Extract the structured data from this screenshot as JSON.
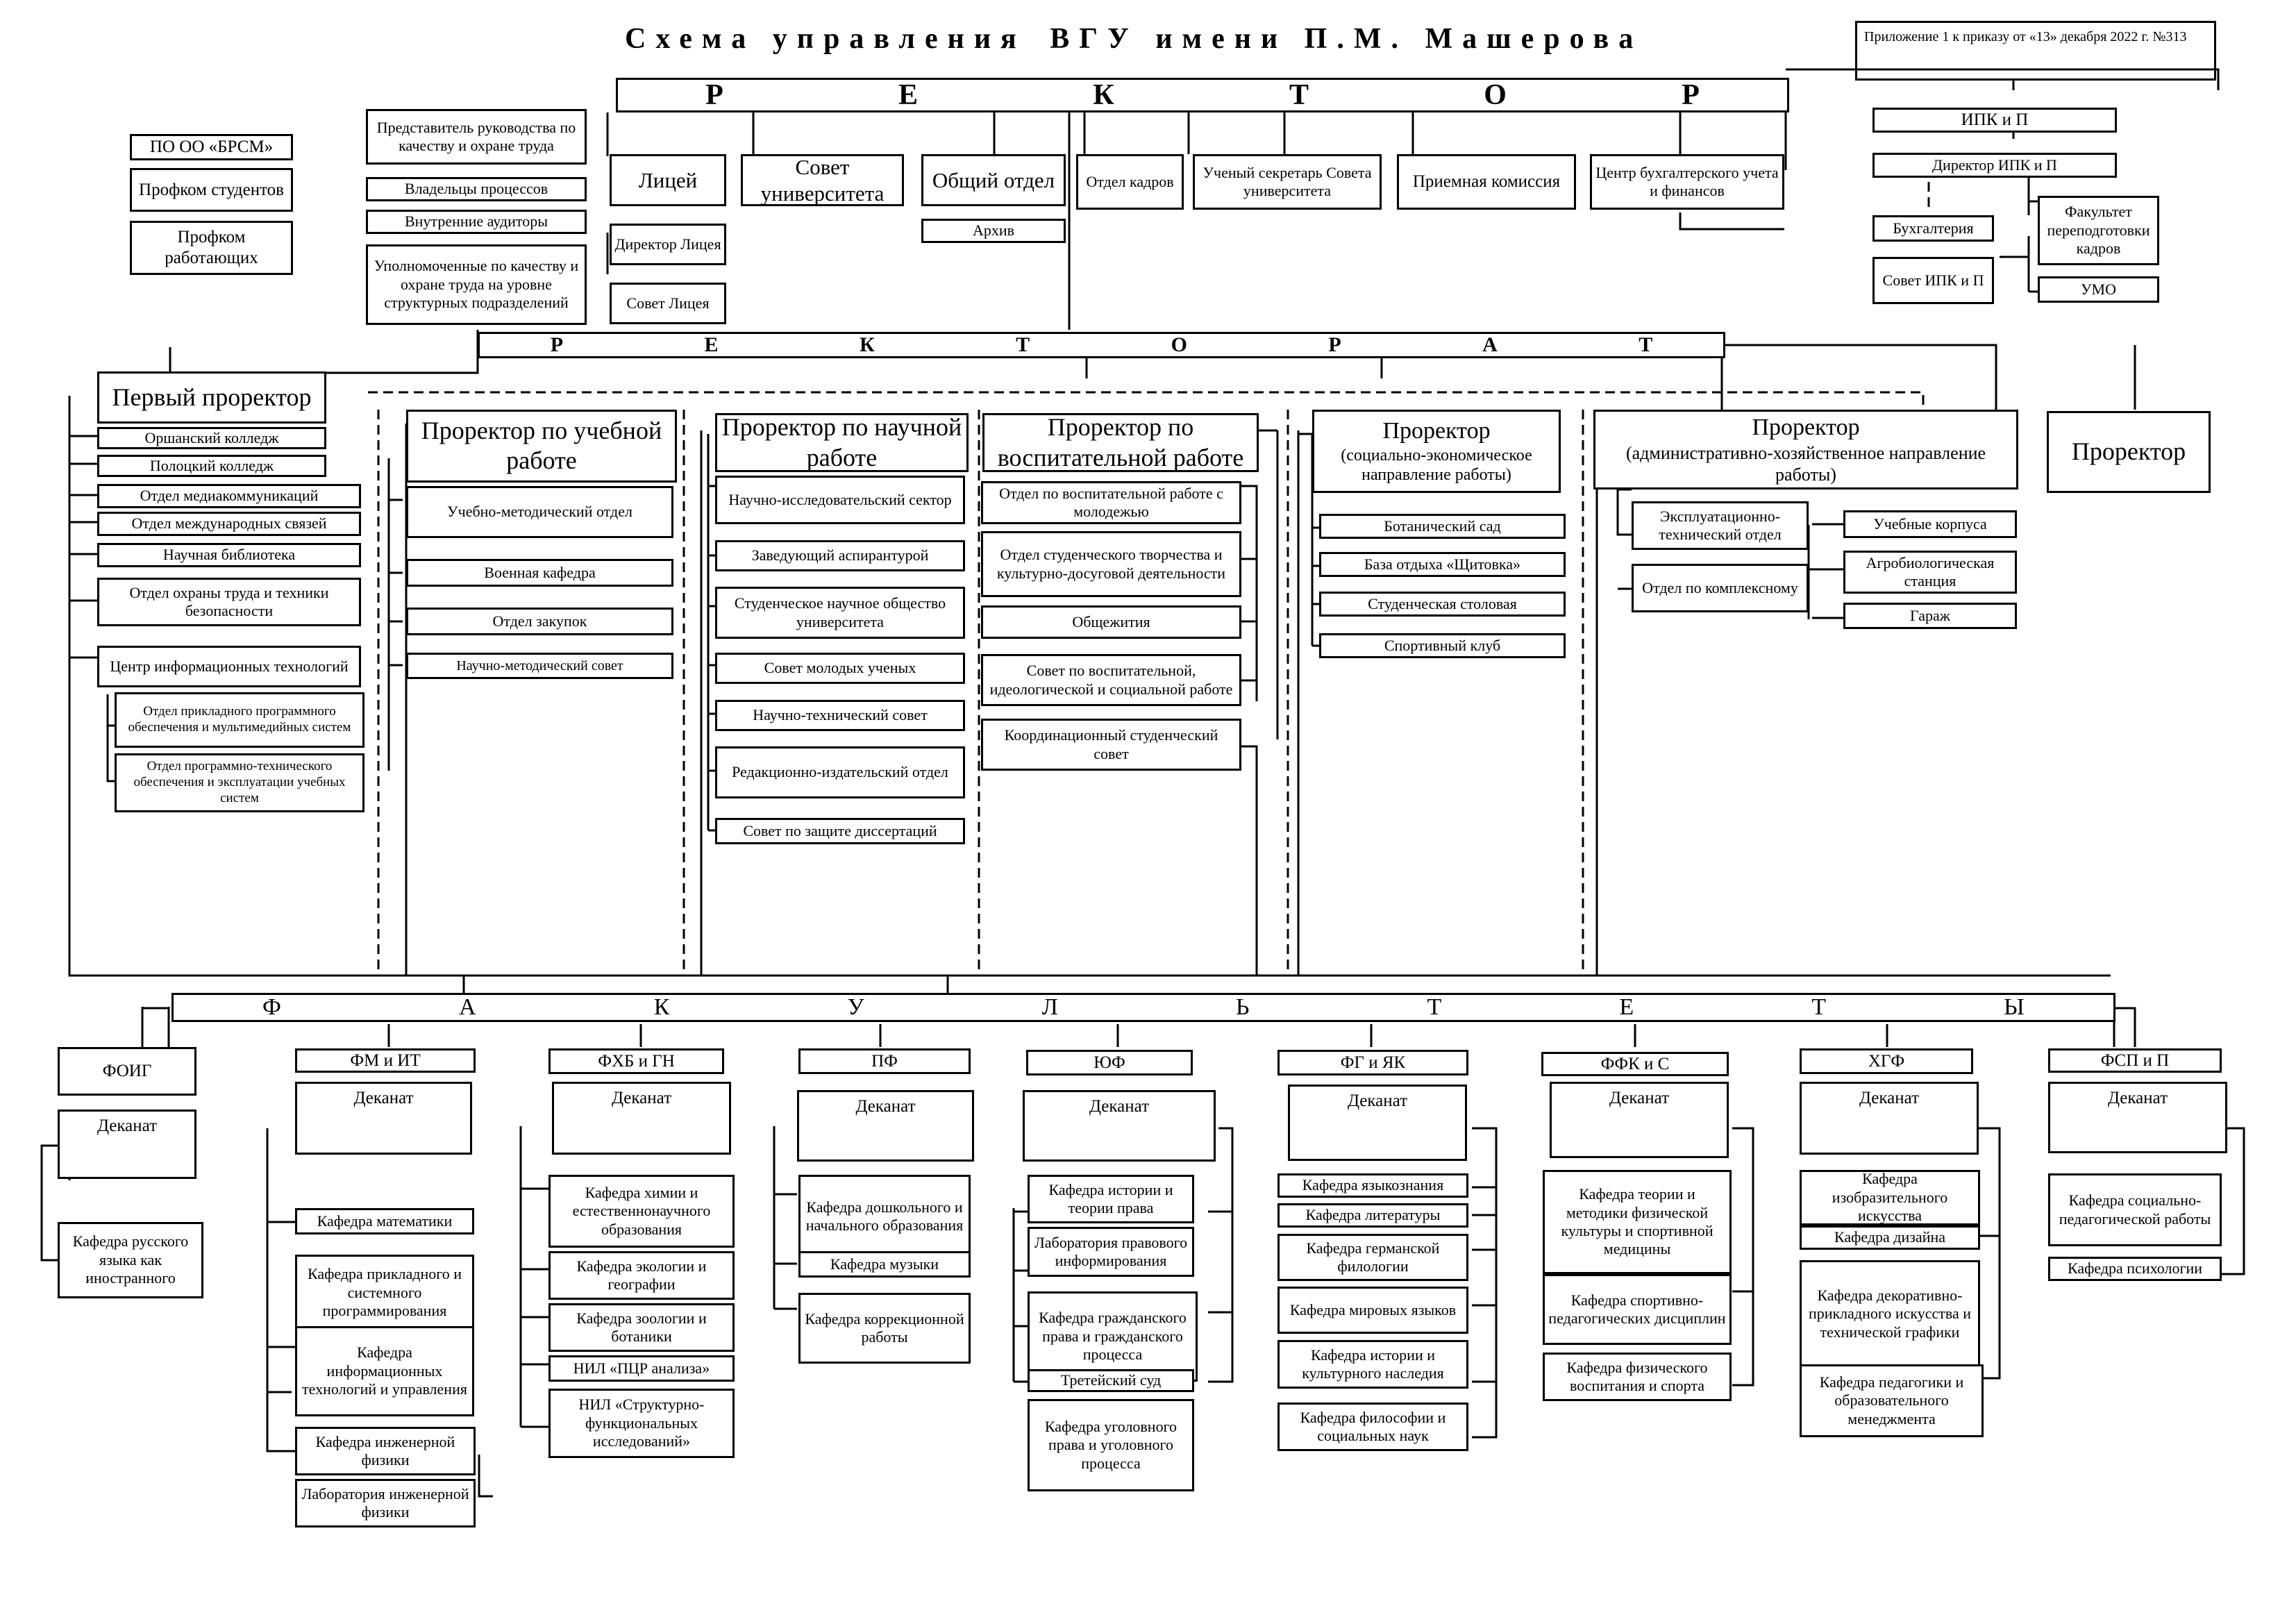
{
  "title": {
    "spaced": "Схема управления",
    "rest": "ВГУ имени П.М. Машерова"
  },
  "appendix": "Приложение 1 к приказу от «13» декабря 2022 г. №313",
  "banners": {
    "rector": [
      "Р",
      "Е",
      "К",
      "Т",
      "О",
      "Р"
    ],
    "rectorate": [
      "Р",
      "Е",
      "К",
      "Т",
      "О",
      "Р",
      "А",
      "Т"
    ],
    "faculties": [
      "Ф",
      "А",
      "К",
      "У",
      "Л",
      "Ь",
      "Т",
      "Е",
      "Т",
      "Ы"
    ]
  },
  "public_orgs": [
    "ПО ОО «БРСМ»",
    "Профком студентов",
    "Профком работающих"
  ],
  "quality": {
    "representative": "Представитель руководства по качеству и охране труда",
    "owners": "Владельцы процессов",
    "auditors": "Внутренние аудиторы",
    "authorized": "Уполномоченные по качеству и охране труда на уровне структурных подразделений"
  },
  "lyceum": {
    "name": "Лицей",
    "director": "Директор Лицея",
    "council": "Совет Лицея"
  },
  "rector_units": {
    "university_council": "Совет университета",
    "general_dept": "Общий отдел",
    "archive": "Архив",
    "hr": "Отдел кадров",
    "secretary": "Ученый секретарь Совета университета",
    "admissions": "Приемная комиссия",
    "accounting_center": "Центр бухгалтерского учета и финансов"
  },
  "ipk": {
    "name": "ИПК и П",
    "director": "Директор ИПК и П",
    "accounting": "Бухгалтерия",
    "council": "Совет ИПК и П",
    "faculty": "Факультет переподготовки кадров",
    "umo": "УМО"
  },
  "first_vice": {
    "title": "Первый проректор",
    "units": [
      "Оршанский колледж",
      "Полоцкий колледж",
      "Отдел медиакоммуникаций",
      "Отдел международных связей",
      "Научная библиотека",
      "Отдел охраны труда и техники безопасности",
      "Центр информационных технологий"
    ],
    "it_subunits": [
      "Отдел прикладного программного обеспечения и мультимедийных систем",
      "Отдел программно-технического обеспечения и эксплуатации учебных систем"
    ]
  },
  "vice_edu": {
    "title": "Проректор по учебной работе",
    "units": [
      "Учебно-методический отдел",
      "Военная кафедра",
      "Отдел закупок",
      "Научно-методический совет"
    ]
  },
  "vice_sci": {
    "title": "Проректор по научной работе",
    "units": [
      "Научно-исследовательский сектор",
      "Заведующий аспирантурой",
      "Студенческое научное общество университета",
      "Совет молодых ученых",
      "Научно-технический совет",
      "Редакционно-издательский отдел",
      "Совет по защите диссертаций"
    ]
  },
  "vice_upbr": {
    "title": "Проректор по воспитательной работе",
    "units": [
      "Отдел по воспитательной работе с молодежью",
      "Отдел студенческого творчества и культурно-досуговой деятельности",
      "Общежития",
      "Совет по воспитательной, идеологической и социальной работе",
      "Координационный студенческий совет"
    ]
  },
  "vice_soc": {
    "title": "Проректор",
    "subtitle": "(социально-экономическое направление работы)",
    "units": [
      "Ботанический сад",
      "База отдыха «Щитовка»",
      "Студенческая столовая",
      "Спортивный клуб"
    ]
  },
  "vice_adm": {
    "title": "Проректор",
    "subtitle": "(административно-хозяйственное направление работы)",
    "units": [
      "Эксплуатационно-технический отдел",
      "Отдел по комплексному",
      "Учебные корпуса",
      "Агробиологическая станция",
      "Гараж"
    ]
  },
  "vice_plain": "Проректор",
  "faculties": [
    {
      "name": "ФОИГ",
      "dean": "Деканат",
      "departments": [
        "Кафедра русского языка как иностранного"
      ]
    },
    {
      "name": "ФМ и ИТ",
      "dean": "Деканат",
      "departments": [
        "Кафедра математики",
        "Кафедра прикладного и системного программирования",
        "Кафедра информационных технологий и управления",
        "Кафедра инженерной физики",
        "Лаборатория инженерной физики"
      ]
    },
    {
      "name": "ФХБ и ГН",
      "dean": "Деканат",
      "departments": [
        "Кафедра химии и естественнонаучного образования",
        "Кафедра экологии и географии",
        "Кафедра зоологии и ботаники",
        "НИЛ «ПЦР анализа»",
        "НИЛ «Структурно-функциональных исследований»"
      ]
    },
    {
      "name": "ПФ",
      "dean": "Деканат",
      "departments": [
        "Кафедра дошкольного и начального образования",
        "Кафедра музыки",
        "Кафедра коррекционной работы"
      ]
    },
    {
      "name": "ЮФ",
      "dean": "Деканат",
      "departments": [
        "Кафедра истории и теории права",
        "Лаборатория правового информирования",
        "Кафедра гражданского права и гражданского процесса",
        "Третейский суд",
        "Кафедра уголовного права и уголовного процесса"
      ]
    },
    {
      "name": "ФГ и ЯК",
      "dean": "Деканат",
      "departments": [
        "Кафедра языкознания",
        "Кафедра литературы",
        "Кафедра германской филологии",
        "Кафедра мировых языков",
        "Кафедра истории и культурного наследия",
        "Кафедра философии и социальных наук"
      ]
    },
    {
      "name": "ФФК и С",
      "dean": "Деканат",
      "departments": [
        "Кафедра теории и методики физической культуры и спортивной медицины",
        "Кафедра спортивно-педагогических дисциплин",
        "Кафедра физического воспитания и спорта"
      ]
    },
    {
      "name": "ХГФ",
      "dean": "Деканат",
      "departments": [
        "Кафедра изобразительного искусства",
        "Кафедра дизайна",
        "Кафедра декоративно-прикладного искусства и технической графики",
        "Кафедра педагогики и образовательного менеджмента"
      ]
    },
    {
      "name": "ФСП и П",
      "dean": "Деканат",
      "departments": [
        "Кафедра социально-педагогической работы",
        "Кафедра психологии"
      ]
    }
  ]
}
